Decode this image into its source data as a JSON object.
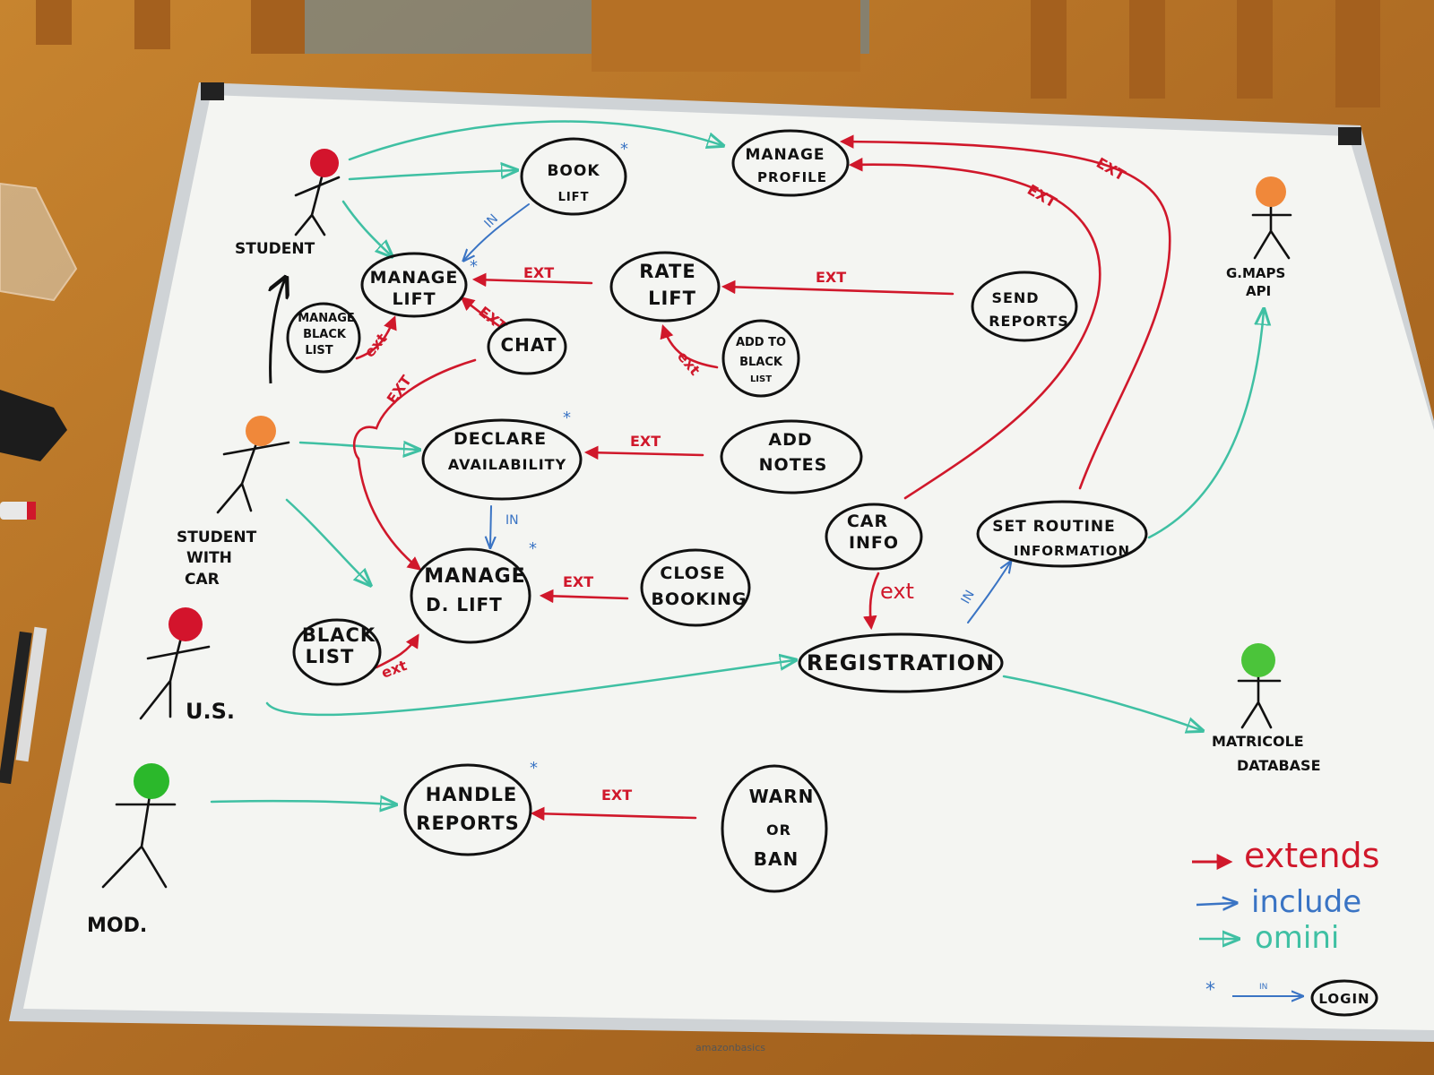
{
  "actors": {
    "student": "STUDENT",
    "student_with_car": [
      "STUDENT",
      "WITH",
      "CAR"
    ],
    "us": "U.S.",
    "mod": "MOD.",
    "gmaps": [
      "G.MAPS",
      "API"
    ],
    "matricole": [
      "MATRICOLE",
      "DATABASE"
    ]
  },
  "use_cases": {
    "book_lift": [
      "BOOK",
      "LIFT"
    ],
    "manage_profile": [
      "MANAGE",
      "PROFILE"
    ],
    "manage_lift": [
      "MANAGE",
      "LIFT"
    ],
    "rate_lift": [
      "RATE",
      "LIFT"
    ],
    "send_reports": [
      "SEND",
      "REPORTS"
    ],
    "manage_black_list": [
      "MANAGE",
      "BLACK",
      "LIST"
    ],
    "chat": "CHAT",
    "add_to_black_list": [
      "ADD TO",
      "BLACK",
      "LIST"
    ],
    "declare_availability": [
      "DECLARE",
      "AVAILABILITY"
    ],
    "add_notes": [
      "ADD",
      "NOTES"
    ],
    "car_info": [
      "CAR",
      "INFO"
    ],
    "set_routine_information": [
      "SET ROUTINE",
      "INFORMATION"
    ],
    "manage_d_lift": [
      "MANAGE",
      "D. LIFT"
    ],
    "close_booking": [
      "CLOSE",
      "BOOKING"
    ],
    "black_list": [
      "BLACK",
      "LIST"
    ],
    "registration": "REGISTRATION",
    "handle_reports": [
      "HANDLE",
      "REPORTS"
    ],
    "warn_or_ban": [
      "WARN",
      "OR",
      "BAN"
    ],
    "login": "LOGIN"
  },
  "relation_labels": {
    "ext_upper": "EXT",
    "ext_lower": "ext",
    "in": "IN"
  },
  "legend": {
    "extends": "extends",
    "include": "include",
    "omini": "omini",
    "star": "*",
    "star_arrow_label": "IN"
  },
  "brand": "amazonbasics",
  "colors": {
    "extends": "#d0182b",
    "include": "#3a74c4",
    "omini": "#3fc0a3",
    "ink": "#111111",
    "board": "#f4f5f2"
  }
}
